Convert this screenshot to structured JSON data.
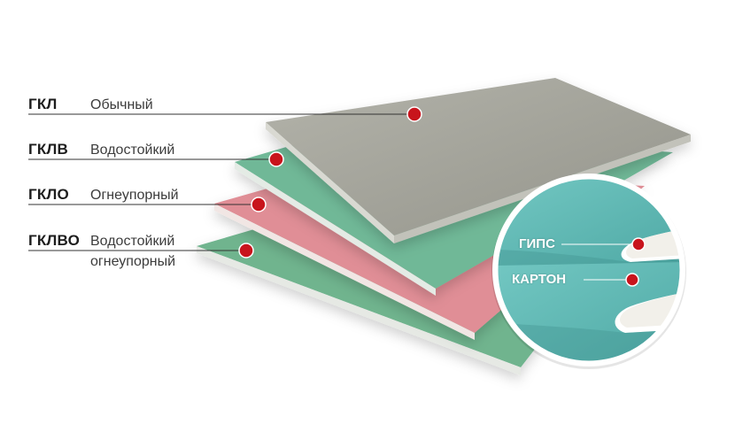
{
  "layers": [
    {
      "code": "ГКЛ",
      "description": "Обычный",
      "color": "#a3a39a"
    },
    {
      "code": "ГКЛВ",
      "description": "Водостойкий",
      "color": "#6fb897"
    },
    {
      "code": "ГКЛО",
      "description": "Огнеупорный",
      "color": "#e08e96"
    },
    {
      "code": "ГКЛВО",
      "description": "Водостойкий",
      "description_line2": "огнеупорный",
      "color": "#6fb48e"
    }
  ],
  "inset": {
    "labels": {
      "gypsum": "ГИПС",
      "cardboard": "КАРТОН"
    },
    "cardboard_color": "#5fbcb8",
    "gypsum_color": "#f2f0ea"
  },
  "colors": {
    "marker": "#c8141c",
    "leader_line": "#333333"
  }
}
